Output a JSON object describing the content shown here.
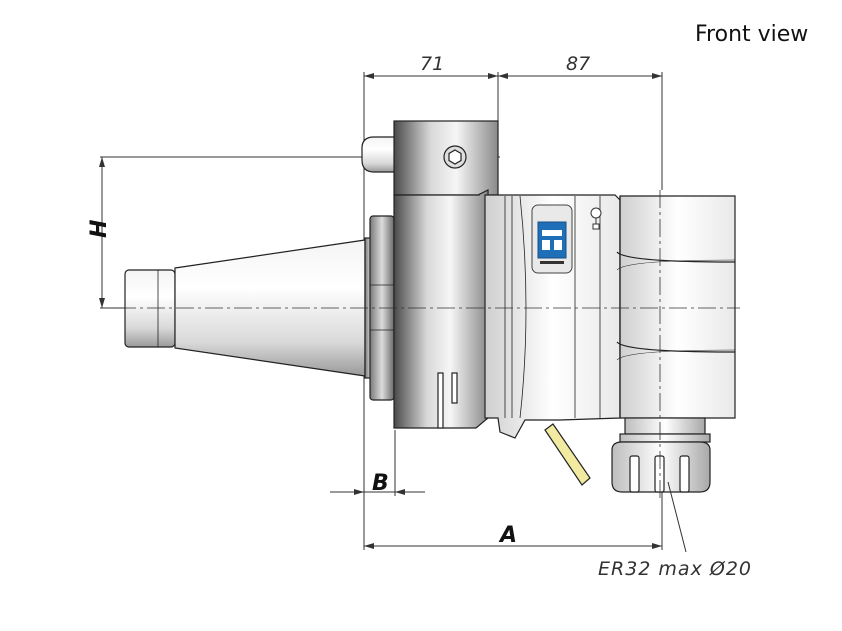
{
  "view_label": "Front view",
  "dimensions": {
    "top_left": "71",
    "top_right": "87",
    "height": "H",
    "b": "B",
    "a": "A"
  },
  "callout": "ER32 max Ø20",
  "scale": {
    "mark_top": "10",
    "mark_bottom": "350"
  },
  "colors": {
    "brand_blue": "#1f6fb8",
    "coolant_pipe": "#f2eaa0",
    "line": "#222222"
  },
  "icons": [
    "brand-logo-icon",
    "gauge-icon",
    "socket-screw-icon"
  ]
}
